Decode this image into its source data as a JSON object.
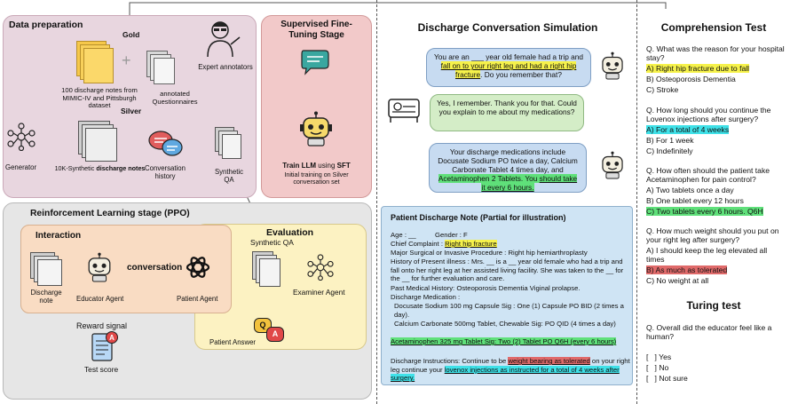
{
  "colors": {
    "data_prep_bg": "#e8d6df",
    "sft_bg": "#f2c9c9",
    "rl_bg": "#e6e6e6",
    "interaction_bg": "#f9dcc3",
    "evaluation_bg": "#fcf2c2",
    "note_bg": "#cfe4f4",
    "bubble_blue": "#c7dbf1",
    "bubble_green": "#d4edc7",
    "highlight_yellow": "#f6f24b",
    "highlight_cyan": "#3fe1e8",
    "highlight_green": "#5fe07a",
    "highlight_red": "#e06a6a"
  },
  "data_prep": {
    "title": "Data preparation",
    "gold_label": "Gold",
    "silver_label": "Silver",
    "gold_notes": "100 discharge notes from MIMIC-IV and Pittsburgh dataset",
    "annotated": "annotated Questionnaires",
    "expert": "Expert annotators",
    "generator": "Generator",
    "synthetic_notes_pre": "10K-Synthetic",
    "synthetic_notes_bold": "discharge notes",
    "conversation_history": "Conversation history",
    "synthetic_qa": "Synthetic QA"
  },
  "sft": {
    "title": "Supervised Fine-Tuning Stage",
    "train_pre": "Train LLM",
    "train_mid": " using ",
    "train_bold": "SFT",
    "train_sub": "Initial training on Silver conversation set"
  },
  "rl": {
    "title": "Reinforcement Learning stage (PPO)",
    "interaction_title": "Interaction",
    "conversation": "conversation",
    "discharge_note": "Discharge note",
    "educator": "Educator Agent",
    "patient": "Patient Agent",
    "reward": "Reward signal",
    "test_score": "Test score",
    "evaluation_title": "Evaluation",
    "synthetic_qa": "Synthetic QA",
    "examiner": "Examiner Agent",
    "patient_answer": "Patient Answer",
    "q_letter": "Q",
    "a_letter": "A"
  },
  "simulation": {
    "title": "Discharge Conversation Simulation",
    "bubble1_a": "You are an ___ year old female had a trip and ",
    "bubble1_hl": "fall on to your right leg and had a right hip fracture",
    "bubble1_b": ". Do you remember that?",
    "bubble2": "Yes, I remember. Thank you for that. Could you explain to me about my medications?",
    "bubble3_a": "Your discharge medications include Docusate Sodium PO twice a day, Calcium Carbonate Tablet 4 times  day, and ",
    "bubble3_hl1": "Acetaminophen 2 Tablets. You ",
    "bubble3_hl2": "should take it every 6 hours.",
    "bubble3_b": ""
  },
  "note": {
    "title": "Patient Discharge Note (Partial for illustration)",
    "age_line": "Age : __          Gender : F",
    "complaint_pre": "Chief Complaint : ",
    "complaint_hl": "Right hip fracture",
    "procedure": "Major Surgical or Invasive Procedure : Right hip hemiarthroplasty",
    "history": "History of Present illness : Mrs. __ is a __ year old female who had a trip and fall onto her right leg at her assisted living facility. She was taken to the __ for the __ for further evaluation and care.",
    "pmh": "Past Medical History: Osteoporosis Dementia Viginal prolapse.",
    "meds_label": "Discharge Medication :",
    "med1": "Docusate Sodium 100 mg Capsule Sig : One (1) Capsule PO BID (2 times a day).",
    "med2": "Calcium Carbonate 500mg Tablet, Chewable Sig: PO QID (4 times a day)",
    "med3_hl": "Acetaminophen 325 mg Tablet Sig: Two (2) Tablet PO Q6H (every 6 hours)",
    "instr_pre": "Discharge Instructions: Continue to be ",
    "instr_hl1": "weight bearing as tolerated",
    "instr_mid": " on your right leg continue your ",
    "instr_hl2": "lovenox injections as instructed for a total of 4 weeks after surgery."
  },
  "comprehension": {
    "title": "Comprehension Test",
    "questions": [
      {
        "q": "Q. What was the reason for your hospital stay?",
        "options": [
          "A) Right hip fracture due to fall",
          "B) Osteoporosis Dementia",
          "C) Stroke"
        ]
      },
      {
        "q": "Q. How long should you continue the Lovenox injections after surgery?",
        "options": [
          "A) For a total of 4 weeks",
          "B) For 1 week",
          "C) Indefinitely"
        ]
      },
      {
        "q": "Q. How often should the patient take Acetaminophen for pain control?",
        "options": [
          "A) Two tablets once a day",
          "B) One tablet every 12 hours",
          "C) Two tablets every 6 hours. Q6H"
        ]
      },
      {
        "q": "Q. How much weight should you put on your right leg after surgery?",
        "options": [
          "A) I should keep the leg elevated all times",
          "B) As much as tolerated",
          "C) No weight at all"
        ]
      }
    ]
  },
  "turing": {
    "title": "Turing test",
    "question": "Q. Overall did the educator feel like a human?",
    "options": [
      "[   ] Yes",
      "[   ] No",
      "[   ] Not sure"
    ]
  }
}
